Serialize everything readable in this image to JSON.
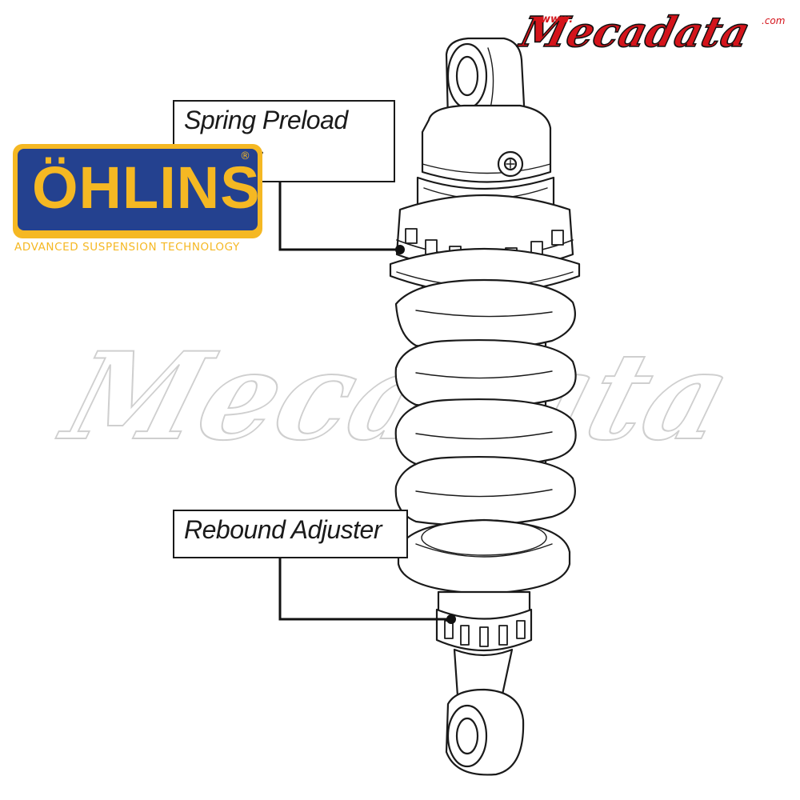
{
  "diagram": {
    "labels": {
      "spring_preload": "Spring Preload",
      "spring_preload_partial": "er",
      "rebound": "Rebound Adjuster"
    },
    "brand_logo": {
      "word": "ÖHLINS",
      "registered": "®",
      "tagline": "ADVANCED SUSPENSION TECHNOLOGY",
      "colors": {
        "plate": "#f5b823",
        "field": "#24418f"
      }
    },
    "site_logo": {
      "wordmark": "Mecadata",
      "prefix": "www.",
      "suffix": ".com",
      "color": "#d4141b"
    },
    "watermark": {
      "wordmark": "Mecadata"
    },
    "colors": {
      "line": "#1a1a1a",
      "part_fill": "#ffffff"
    }
  }
}
